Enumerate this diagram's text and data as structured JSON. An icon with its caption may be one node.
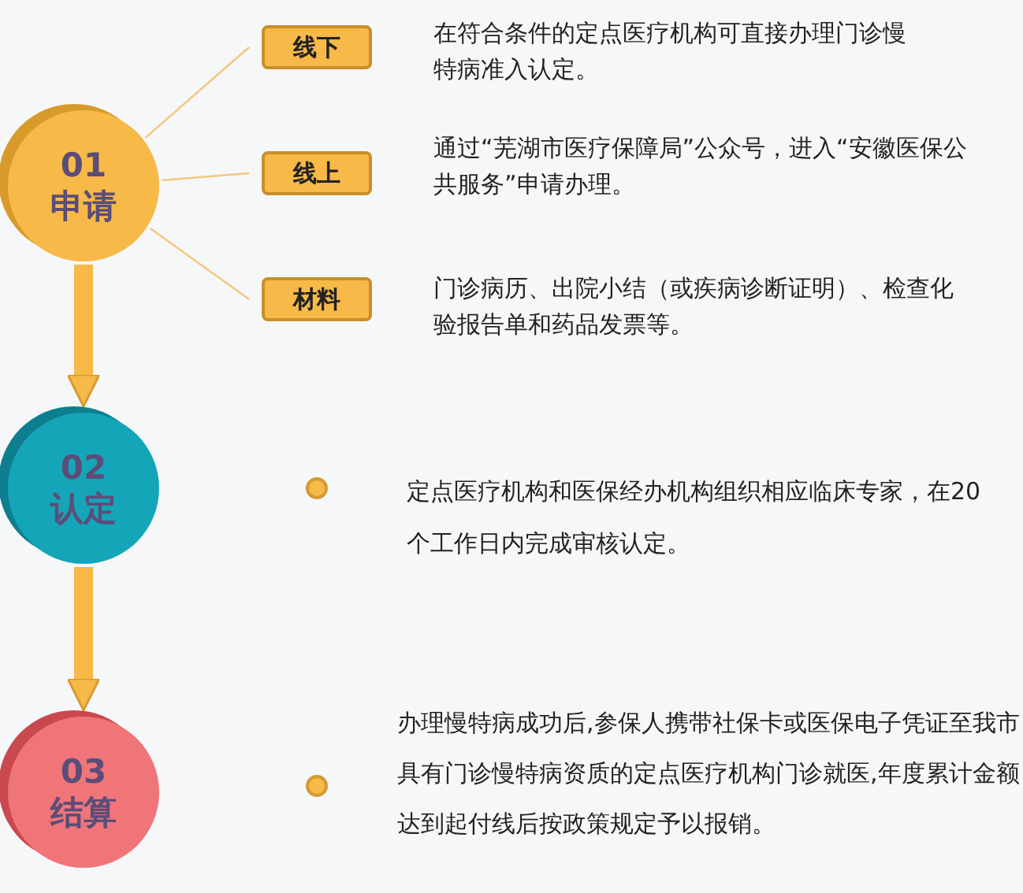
{
  "diagram": {
    "nodes": [
      {
        "text": [
          "01",
          "申请"
        ]
      },
      {
        "text": [
          "线下"
        ],
        "beside": [
          "在符合条件的定点医疗机构可直接办理门诊慢特病准入认定。"
        ]
      },
      {
        "text": [
          "线上"
        ],
        "beside": [
          "通过“芜湖市医疗保障局”公众号，进入“安徽医保公共服务”申请办理。"
        ]
      },
      {
        "text": [
          "材料"
        ],
        "beside": [
          "门诊病历、出院小结（或疾病诊断证明）、检查化验报告单和药品发票等。"
        ]
      },
      {
        "text": [
          "02",
          "认定"
        ]
      },
      {
        "text": [
          "03",
          "结算"
        ]
      }
    ],
    "labels": [
      "定点医疗机构和医保经办机构组织相应临床专家，在20个工作日内完成审核认定。",
      "办理慢特病成功后,参保人携带社保卡或医保电子凭证至我市具有门诊慢特病资质的定点医疗机构门诊就医,年度累计金额达到起付线后按政策规定予以报销。"
    ],
    "edges": [
      {
        "from": 0,
        "to": 1,
        "arrow": "none"
      },
      {
        "from": 0,
        "to": 2,
        "arrow": "none"
      },
      {
        "from": 0,
        "to": 3,
        "arrow": "none"
      },
      {
        "from": 0,
        "to": 4,
        "arrow": "to",
        "style": "thick"
      },
      {
        "from": 4,
        "to": 5,
        "arrow": "to",
        "style": "thick"
      }
    ]
  }
}
